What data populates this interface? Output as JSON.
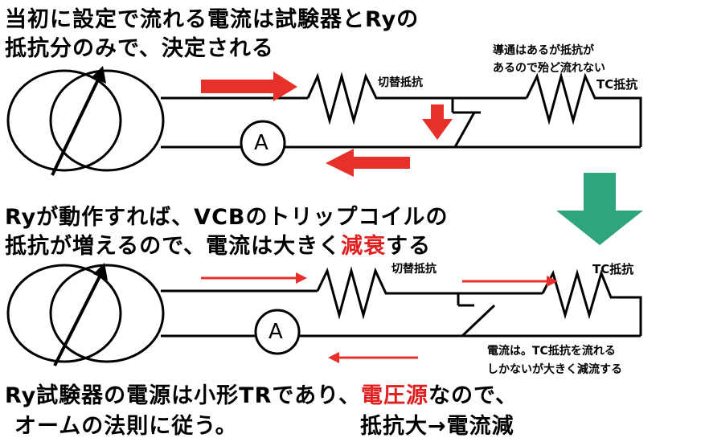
{
  "top": {
    "caption_line1": "当初に設定で流れる電流は試験器とRyの",
    "caption_line2": "抵抗分のみで、決定される",
    "switch_resistor_label": "切替抵抗",
    "note_line1": "導通はあるが抵抗が",
    "note_line2": "あるので殆ど流れない",
    "tc_resistor_label": "TC抵抗",
    "ammeter_label": "A"
  },
  "middle": {
    "caption_line1": "Ryが動作すれば、VCBのトリップコイルの",
    "caption_line2_pre": "抵抗が増えるので、電流は大きく",
    "caption_line2_emph": "減衰",
    "caption_line2_post": "する"
  },
  "bottom": {
    "switch_resistor_label": "切替抵抗",
    "tc_resistor_label": "TC抵抗",
    "ammeter_label": "A",
    "note_line1": "電流は。TC抵抗を流れる",
    "note_line2": "しかないが大きく減流する",
    "caption_line1_pre": "Ry試験器の電源は小形TRであり、",
    "caption_line1_emph": "電圧源",
    "caption_line1_post": "なので、",
    "caption_line2": "オームの法則に従う。",
    "caption_line2_right": "抵抗大→電流減"
  },
  "colors": {
    "arrow_red": "#e8302a",
    "arrow_green": "#2fa57e",
    "emphasis_red": "#e02020",
    "line": "#000000"
  }
}
